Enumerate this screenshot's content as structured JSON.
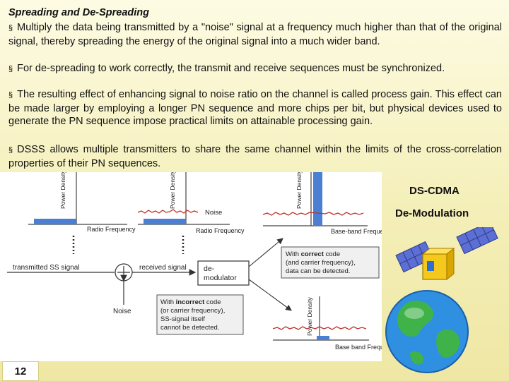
{
  "slide": {
    "title": "Spreading and De-Spreading",
    "bullets": [
      "Multiply the data being transmitted by a \"noise\" signal at a frequency much higher than that of the original signal, thereby spreading the energy of the original signal into a much wider band.",
      "For de-spreading to work correctly, the transmit and receive sequences must be synchronized.",
      "The resulting effect of enhancing signal to noise ratio on the channel is called process gain. This effect can be made larger by employing a longer PN sequence and more chips per bit, but physical devices used to generate the PN sequence impose practical limits on attainable processing gain.",
      "DSSS allows multiple transmitters to share the same channel within the limits of the cross-correlation properties of their PN sequences."
    ],
    "bullet_glyph": "§",
    "side_labels": [
      "DS-CDMA",
      "De-Modulation"
    ],
    "page_number": "12"
  },
  "diagram": {
    "power_density": "Power Density",
    "radio_frequency": "Radio Frequency",
    "noise": "Noise",
    "base_band_frequency": "Base-band Frequency",
    "base_band_frequency_2": "Base band Frequency",
    "transmitted_signal": "transmitted SS signal",
    "received_signal": "received signal",
    "demodulator": "de-modulator",
    "correct_code_box": "With correct code (and carrier frequency), data can be detected.",
    "incorrect_code_box": "With incorrect code (or carrier frequency), SS-signal itself cannot be detected.",
    "noise_source": "Noise"
  },
  "colors": {
    "signal_blue": "#4a7fd4",
    "noise_red": "#c0302a",
    "background": "#f4efb8"
  }
}
